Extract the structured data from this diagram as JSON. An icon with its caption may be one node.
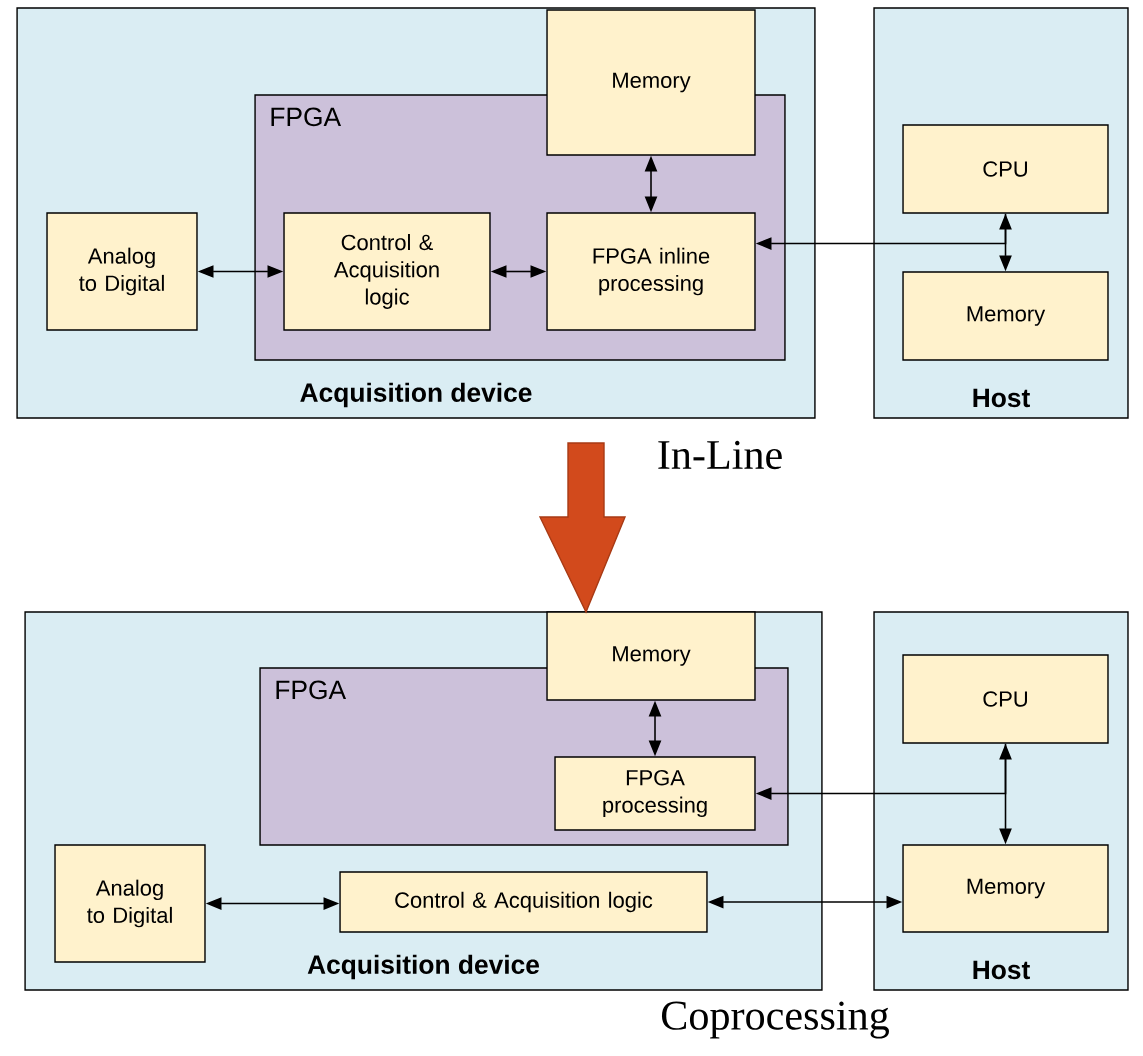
{
  "diagram": {
    "nodes": [
      {
        "text": [
          "Acquisition device"
        ]
      },
      {
        "text": [
          "FPGA"
        ],
        "in": 0
      },
      {
        "text": [
          "Memory"
        ],
        "in": 0
      },
      {
        "text": [
          "Analog to Digital"
        ],
        "in": 0
      },
      {
        "text": [
          "Control & Acquisition logic"
        ],
        "in": 1
      },
      {
        "text": [
          "FPGA inline processing"
        ],
        "in": 1
      },
      {
        "text": [
          "Host"
        ]
      },
      {
        "text": [
          "CPU"
        ],
        "in": 6
      },
      {
        "text": [
          "Memory"
        ],
        "in": 6
      },
      {
        "text": [
          "Acquisition device"
        ]
      },
      {
        "text": [
          "FPGA"
        ],
        "in": 9
      },
      {
        "text": [
          "Memory"
        ],
        "in": 9
      },
      {
        "text": [
          "FPGA processing"
        ],
        "in": 10
      },
      {
        "text": [
          "Analog to Digital"
        ],
        "in": 9
      },
      {
        "text": [
          "Control & Acquisition logic"
        ],
        "in": 9
      },
      {
        "text": [
          "Host"
        ]
      },
      {
        "text": [
          "CPU"
        ],
        "in": 15
      },
      {
        "text": [
          "Memory"
        ],
        "in": 15
      }
    ],
    "edges": [
      {
        "from": 3,
        "to": 4,
        "arrow": "both"
      },
      {
        "from": 4,
        "to": 5,
        "arrow": "both"
      },
      {
        "from": 2,
        "to": 5,
        "arrow": "both"
      },
      {
        "from": 7,
        "to": 8,
        "arrow": "both"
      },
      {
        "from": 7,
        "to": 5,
        "arrow": "to"
      },
      {
        "from": 13,
        "to": 14,
        "arrow": "both"
      },
      {
        "from": 11,
        "to": 12,
        "arrow": "both"
      },
      {
        "from": 14,
        "to": 17,
        "arrow": "both"
      },
      {
        "from": 16,
        "to": 17,
        "arrow": "both"
      },
      {
        "from": 16,
        "to": 12,
        "arrow": "to"
      }
    ],
    "labels": [
      "In-Line",
      "Coprocessing"
    ]
  }
}
